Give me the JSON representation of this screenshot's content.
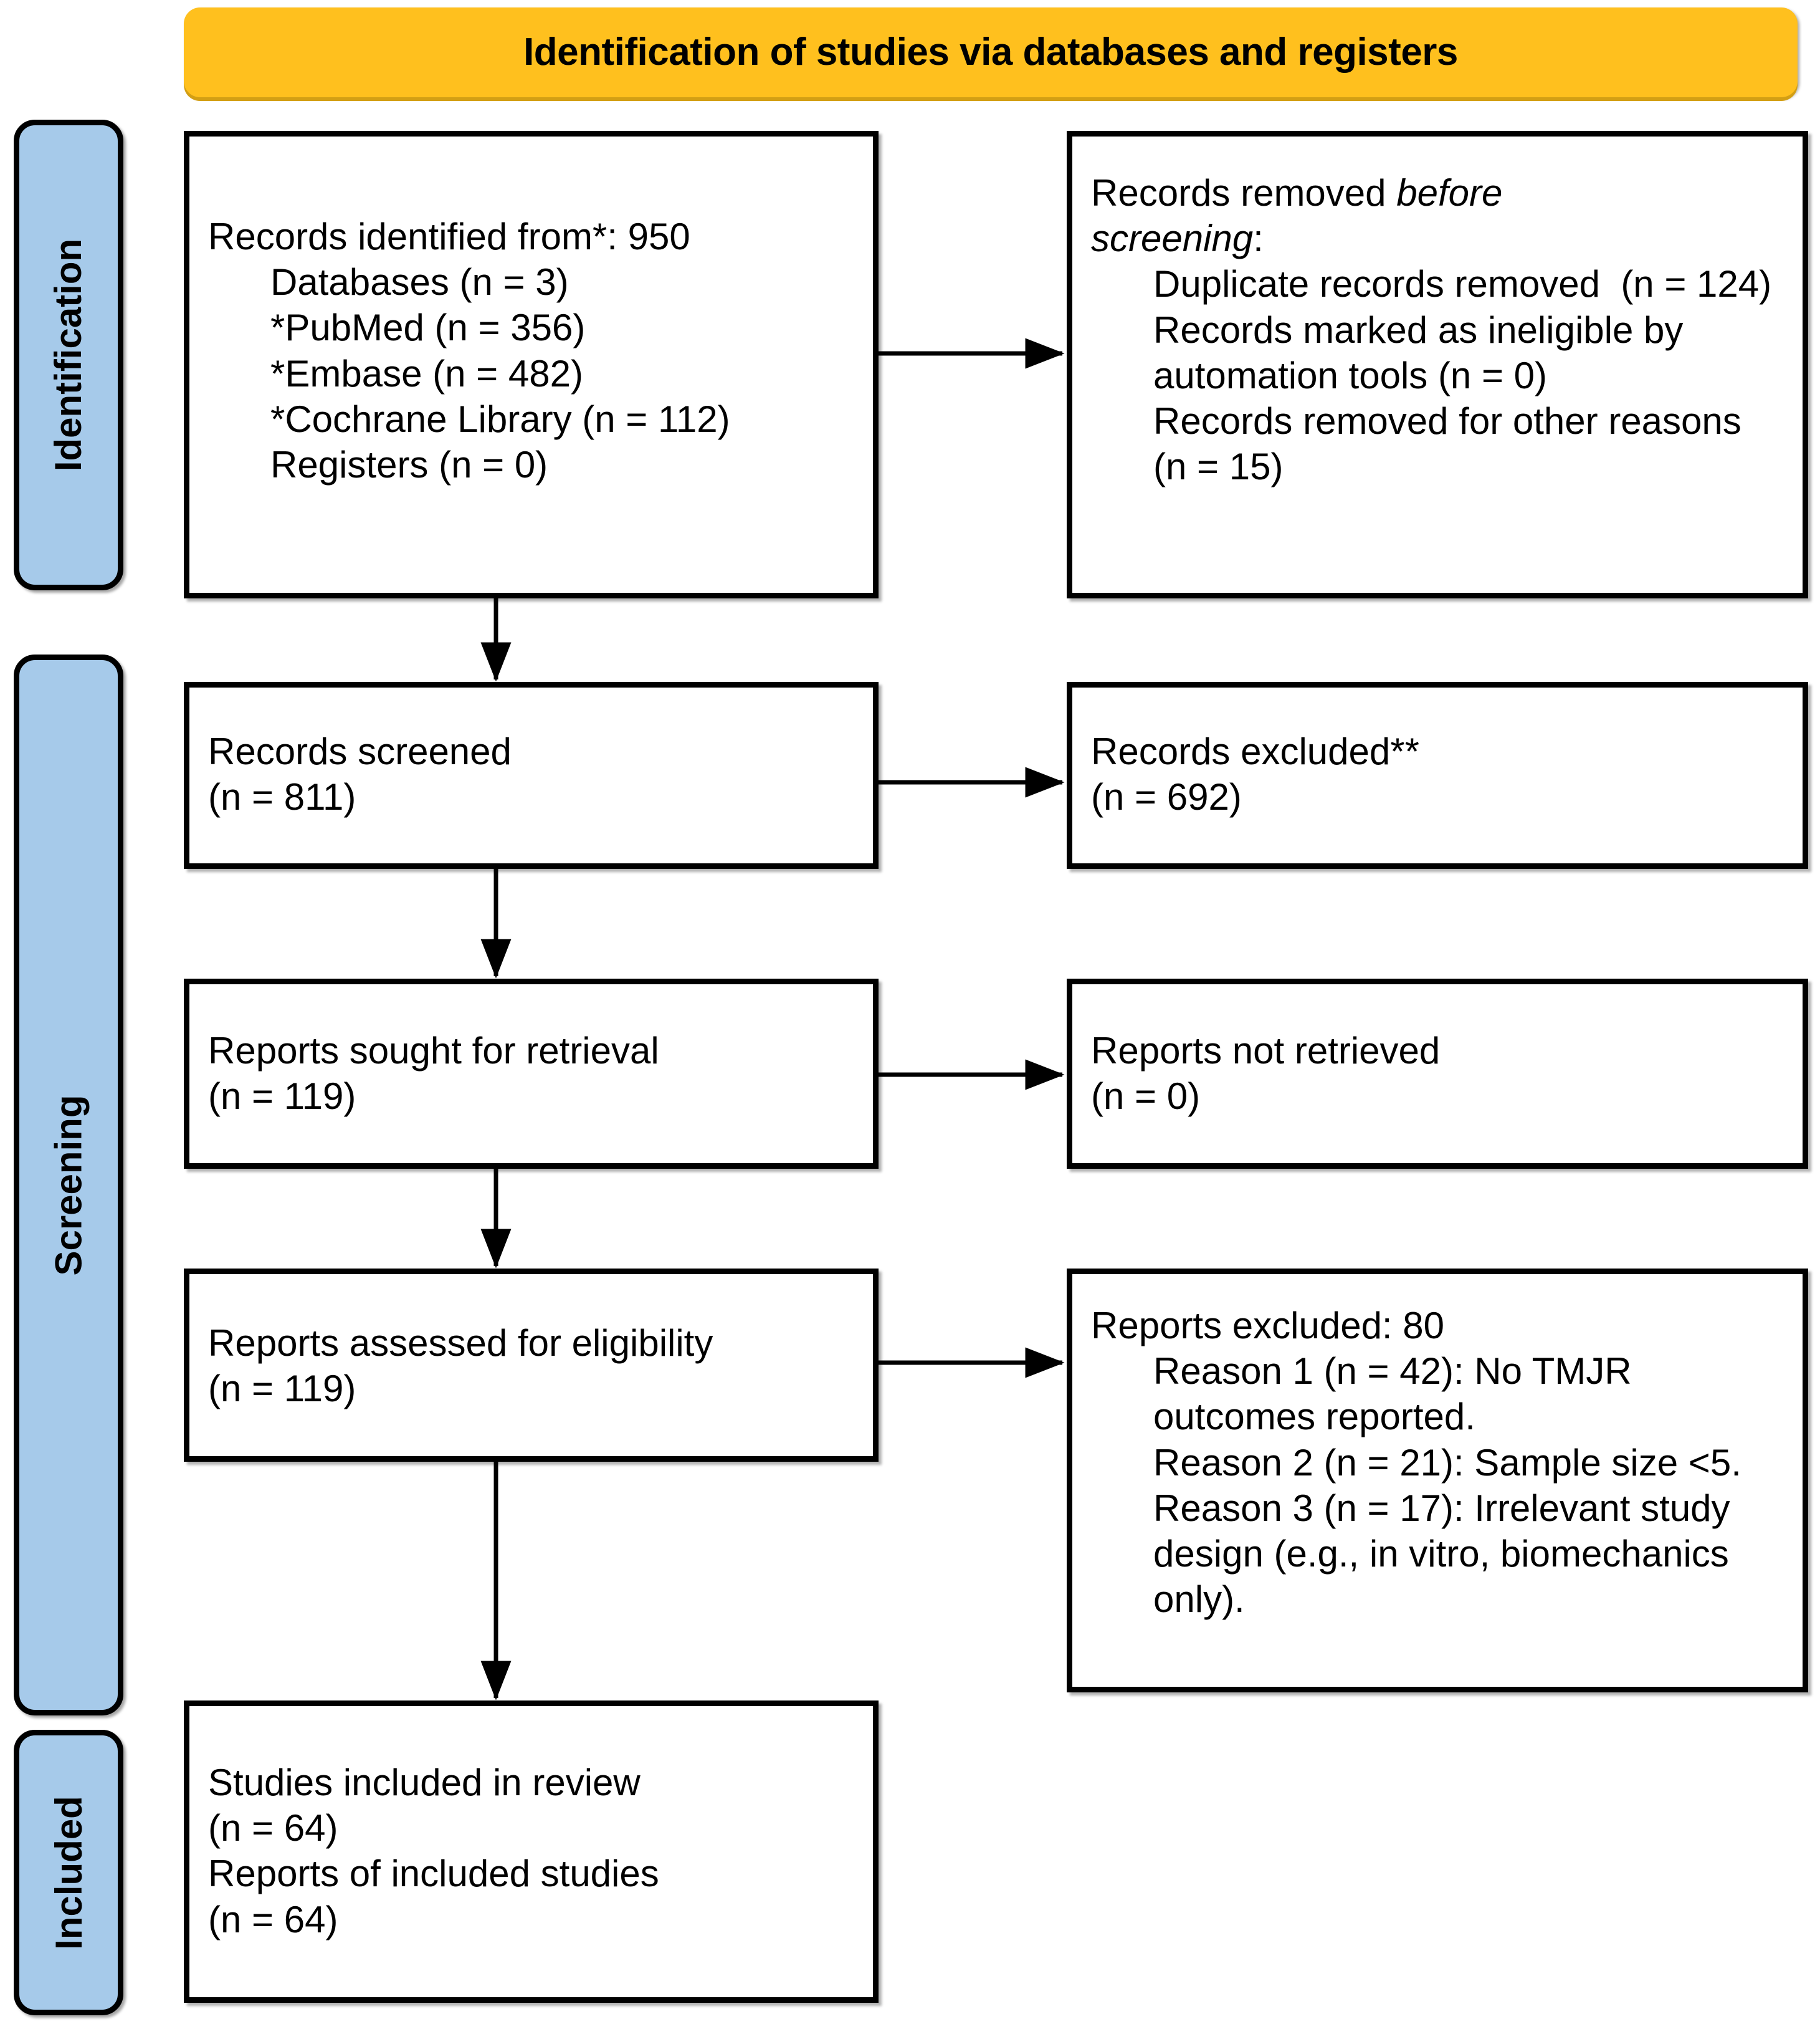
{
  "header": {
    "title": "Identification of studies via databases and registers",
    "background_color": "#FFC01E"
  },
  "stages": {
    "identification": "Identification",
    "screening": "Screening",
    "included": "Included",
    "background_color": "#A6CAEA"
  },
  "boxes": {
    "identified": {
      "lines": [
        "Records identified from*: 950",
        "Databases (n = 3)",
        "*PubMed (n = 356)",
        "*Embase (n = 482)",
        "*Cochrane Library (n = 112)",
        "Registers (n = 0)"
      ]
    },
    "removed": {
      "line1_a": "Records removed ",
      "line1_italic": "before",
      "line2_italic": "screening",
      "line2_b": ":",
      "lines": [
        "Duplicate records removed  (n = 124)",
        "Records marked as ineligible by automation tools (n = 0)",
        "Records removed for other reasons (n = 15)"
      ]
    },
    "screened": {
      "lines": [
        "Records screened",
        "(n = 811)"
      ]
    },
    "excluded": {
      "lines": [
        "Records excluded**",
        "(n = 692)"
      ]
    },
    "sought": {
      "lines": [
        "Reports sought for retrieval",
        "(n = 119)"
      ]
    },
    "not_retrieved": {
      "lines": [
        "Reports not retrieved",
        "(n = 0)"
      ]
    },
    "assessed": {
      "lines": [
        "Reports assessed for eligibility",
        "(n = 119)"
      ]
    },
    "reports_excluded": {
      "title": "Reports excluded: 80",
      "reasons": [
        "Reason 1 (n = 42): No TMJR outcomes reported.",
        "Reason 2 (n = 21): Sample size <5.",
        "Reason 3 (n = 17): Irrelevant study design (e.g., in vitro, biomechanics only)."
      ]
    },
    "included": {
      "lines": [
        "Studies included in review",
        "(n = 64)",
        "Reports of included studies",
        "(n = 64)"
      ]
    }
  },
  "chart_data": {
    "type": "diagram",
    "title": "Identification of studies via databases and registers",
    "nodes": [
      {
        "id": "identified",
        "stage": "Identification",
        "column": "left",
        "label": "Records identified from*",
        "value": 950,
        "breakdown": {
          "Databases": 3,
          "PubMed": 356,
          "Embase": 482,
          "Cochrane Library": 112,
          "Registers": 0
        }
      },
      {
        "id": "removed",
        "stage": "Identification",
        "column": "right",
        "label": "Records removed before screening",
        "breakdown": {
          "Duplicate records removed": 124,
          "Records marked as ineligible by automation tools": 0,
          "Records removed for other reasons": 15
        }
      },
      {
        "id": "screened",
        "stage": "Screening",
        "column": "left",
        "label": "Records screened",
        "value": 811
      },
      {
        "id": "excluded",
        "stage": "Screening",
        "column": "right",
        "label": "Records excluded**",
        "value": 692
      },
      {
        "id": "sought",
        "stage": "Screening",
        "column": "left",
        "label": "Reports sought for retrieval",
        "value": 119
      },
      {
        "id": "not_retrieved",
        "stage": "Screening",
        "column": "right",
        "label": "Reports not retrieved",
        "value": 0
      },
      {
        "id": "assessed",
        "stage": "Screening",
        "column": "left",
        "label": "Reports assessed for eligibility",
        "value": 119
      },
      {
        "id": "reports_excluded",
        "stage": "Screening",
        "column": "right",
        "label": "Reports excluded",
        "value": 80,
        "breakdown": {
          "Reason 1: No TMJR outcomes reported": 42,
          "Reason 2: Sample size <5": 21,
          "Reason 3: Irrelevant study design (e.g., in vitro, biomechanics only)": 17
        }
      },
      {
        "id": "included",
        "stage": "Included",
        "column": "left",
        "label": "Studies included in review",
        "value": 64,
        "breakdown": {
          "Reports of included studies": 64
        }
      }
    ],
    "edges": [
      {
        "from": "identified",
        "to": "removed",
        "direction": "right"
      },
      {
        "from": "identified",
        "to": "screened",
        "direction": "down"
      },
      {
        "from": "screened",
        "to": "excluded",
        "direction": "right"
      },
      {
        "from": "screened",
        "to": "sought",
        "direction": "down"
      },
      {
        "from": "sought",
        "to": "not_retrieved",
        "direction": "right"
      },
      {
        "from": "sought",
        "to": "assessed",
        "direction": "down"
      },
      {
        "from": "assessed",
        "to": "reports_excluded",
        "direction": "right"
      },
      {
        "from": "assessed",
        "to": "included",
        "direction": "down"
      }
    ]
  }
}
